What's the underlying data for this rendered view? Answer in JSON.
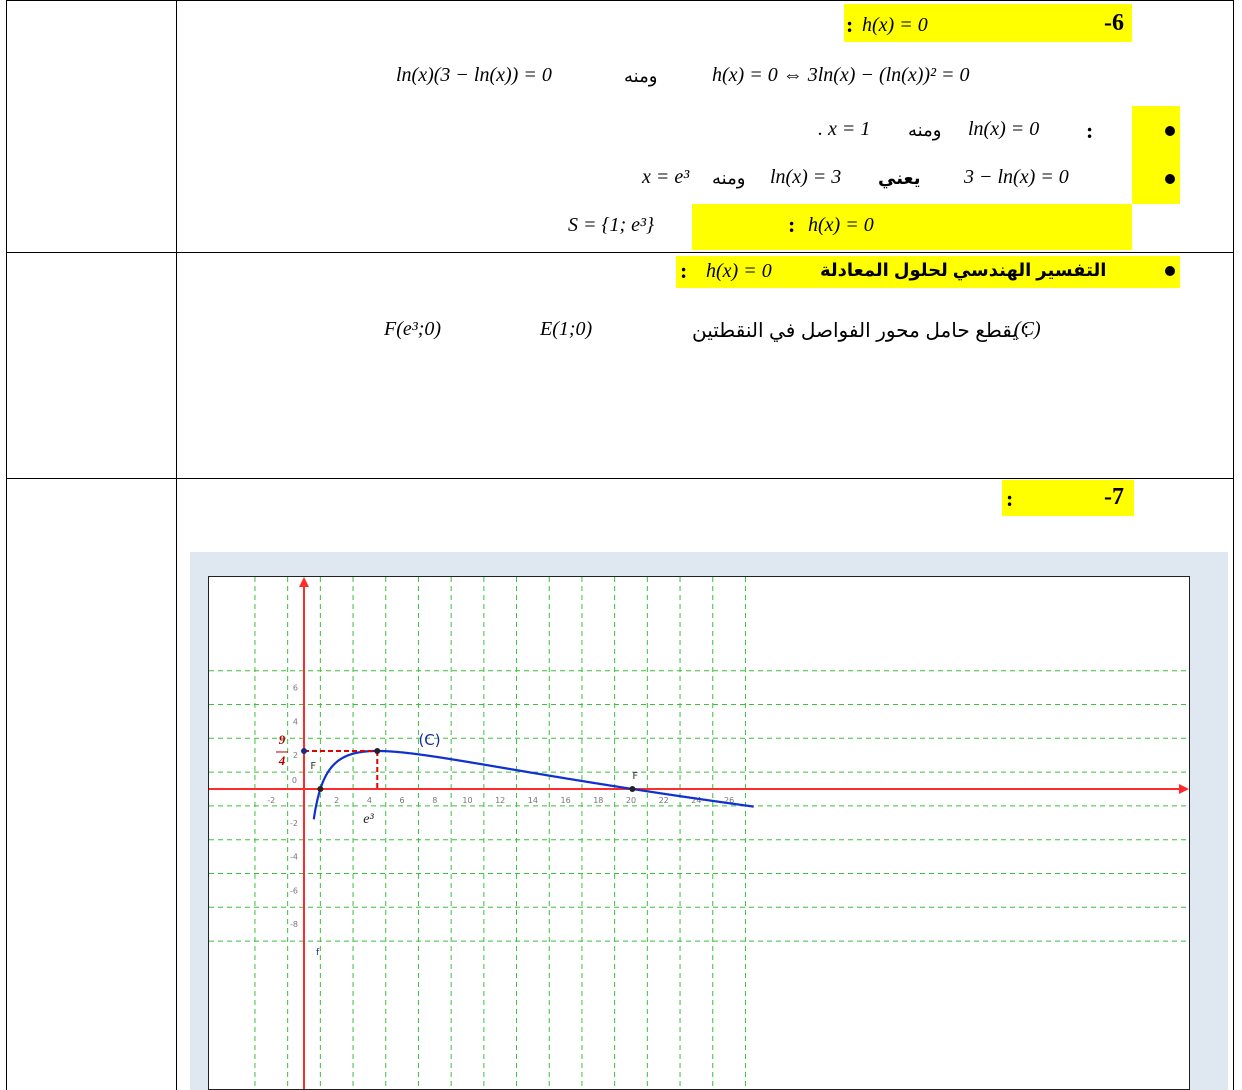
{
  "q6": {
    "num": "-6",
    "title_colon": ":",
    "title_eq": "h(x) = 0",
    "line1_left": "ln(x)(3 − ln(x)) = 0",
    "line1_mid": "ومنه",
    "line1_right": "h(x) = 0 ⇔ 3ln(x) − (ln(x))² = 0",
    "b1_colon": ":",
    "b1_eq": "ln(x) = 0",
    "b1_word": "ومنه",
    "b1_result": ". x = 1",
    "b2_eq": "3 − ln(x) = 0",
    "b2_word1": "يعني",
    "b2_mid": "ln(x) = 3",
    "b2_word2": "ومنه",
    "b2_result": "x = e³",
    "sol_set": "S = {1; e³}",
    "sol_colon": ":",
    "sol_eq": "h(x) = 0"
  },
  "interp": {
    "title": "التفسير الهندسي لحلول المعادلة",
    "title_eq": "h(x) = 0",
    "title_colon": ":",
    "desc_curve": "(C)",
    "desc_text": "يقطع حامل محور الفواصل في النقطتين :",
    "pt_E": "E(1;0)",
    "pt_F": "F(e³;0)"
  },
  "q7": {
    "num": "-7",
    "colon": ":"
  },
  "graph": {
    "curve_label": "(C)",
    "func_label": "f",
    "point_F_left": "F",
    "point_F_right": "F",
    "frac_num": "9",
    "frac_den": "4",
    "e3_label": "e³",
    "origin": "0",
    "x_ticks": [
      "-2",
      "0",
      "2",
      "4",
      "6",
      "8",
      "10",
      "12",
      "14",
      "16",
      "18",
      "20",
      "22",
      "24",
      "26"
    ],
    "y_ticks": [
      "6",
      "4",
      "2",
      "-2",
      "-4",
      "-6",
      "-8"
    ],
    "grid_color": "#3cbf3c",
    "axis_color": "#ff2a2a",
    "curve_color": "#1030d0",
    "dash_color": "#e00000"
  }
}
